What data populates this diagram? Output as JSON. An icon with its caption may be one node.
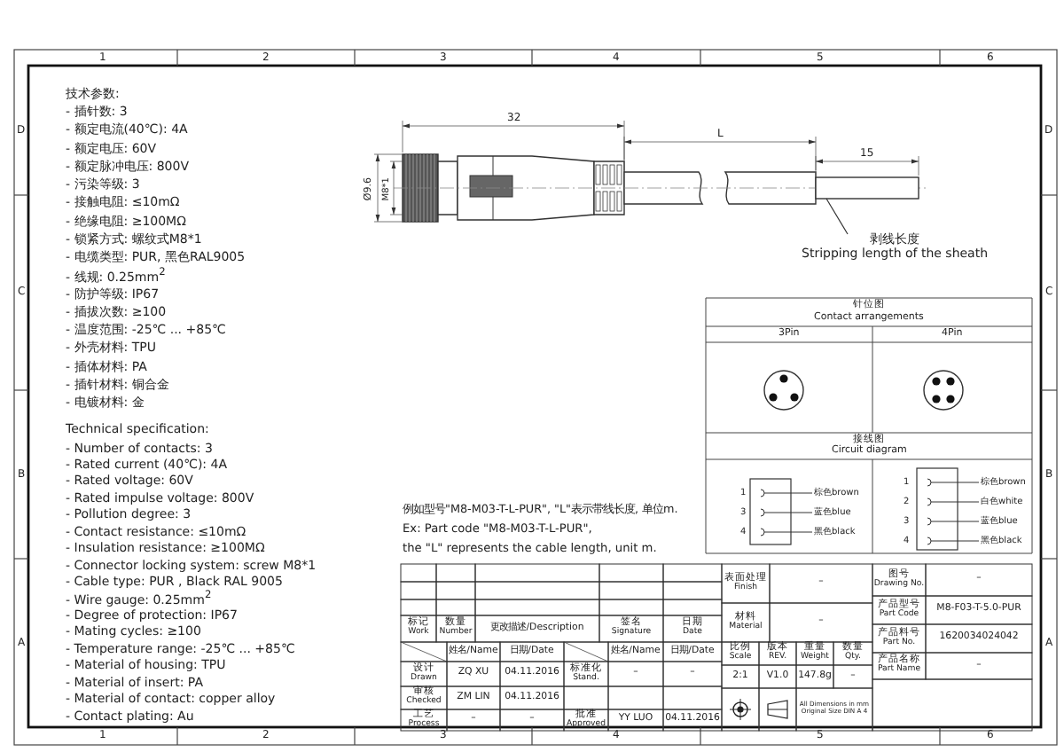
{
  "diagram": {
    "nodes": [
      {
        "text": [
          "剥线长度",
          "Stripping length of the sheath"
        ]
      },
      {
        "text": [],
        "shape": "box"
      }
    ],
    "edges": [
      {
        "from": 0,
        "to": 1,
        "arrow": "none"
      }
    ],
    "labels": [
      "1",
      "2",
      "3",
      "4",
      "5",
      "6",
      "D",
      "C",
      "B",
      "A",
      "D",
      "C",
      "B",
      "A",
      "技术参数:",
      "- 插针数: 3",
      "- 额定电流(40℃): 4A",
      "- 额定电压: 60V",
      "- 额定脉冲电压: 800V",
      "- 污染等级: 3",
      "- 接触电阻: ≤10mΩ",
      "- 绝缘电阻: ≥100MΩ",
      "- 锁紧方式: 螺纹式M8*1",
      "- 电缆类型: PUR, 黑色RAL9005",
      "- 线规: 0.25mm$^{2}$",
      "- 防护等级: IP67",
      "- 插拔次数: ≥100",
      "- 温度范围: -25℃ ... +85℃",
      "- 外壳材料: TPU",
      "- 插体材料: PA",
      "- 插针材料: 铜合金",
      "- 电镀材料: 金",
      "Technical specification:",
      "- Number of contacts: 3",
      "- Rated current (40℃): 4A",
      "- Rated voltage: 60V",
      "- Rated impulse voltage: 800V",
      "- Pollution degree: 3",
      "- Contact resistance: ≤10mΩ",
      "- Insulation resistance: ≥100MΩ",
      "- Connector locking system: screw M8*1",
      "- Cable type: PUR , Black RAL 9005",
      "- Wire gauge: 0.25mm$^{2}$",
      "- Degree of protection: IP67",
      "- Mating cycles: ≥100",
      "- Temperature range: -25℃ ... +85℃",
      "- Material of housing: TPU",
      "- Material of insert: PA",
      "- Material of contact: copper alloy",
      "- Contact plating: Au",
      "32",
      "L",
      "15",
      "Ø9.6",
      "M8*1",
      "针位图",
      "Contact arrangements",
      "3Pin",
      "4Pin",
      "接线图",
      "Circuit diagram",
      "1",
      "棕色brown",
      "3",
      "蓝色blue",
      "4",
      "黑色black",
      "1",
      "棕色brown",
      "2",
      "白色white",
      "3",
      "蓝色blue",
      "4",
      "黑色black",
      "例如型号\"M8-M03-T-L-PUR\", \"L\"表示带线长度, 单位m.",
      "Ex: Part code \"M8-M03-T-L-PUR\",",
      "the \"L\" represents the cable length, unit m.",
      "标记",
      "Work",
      "数量",
      "Number",
      "更改描述/Description",
      "签名",
      "Signature",
      "日期",
      "Date",
      "姓名/Name",
      "日期/Date",
      "姓名/Name",
      "日期/Date",
      "设计",
      "Drawn",
      "ZQ XU",
      "04.11.2016",
      "标准化",
      "Stand.",
      "–",
      "–",
      "审核",
      "Checked",
      "ZM LIN",
      "04.11.2016",
      "工艺",
      "Process",
      "–",
      "–",
      "批准",
      "Approved",
      "YY LUO",
      "04.11.2016",
      "表面处理",
      "Finish",
      "–",
      "材料",
      "Material",
      "–",
      "比例",
      "Scale",
      "版本",
      "REV.",
      "重量",
      "Weight",
      "数量",
      "Qty.",
      "2:1",
      "V1.0",
      "147.8g",
      "–",
      "All Dimensions in mm",
      "Original Size DIN A 4",
      "图号",
      "Drawing No.",
      "–",
      "产品型号",
      "Part Code",
      "M8-F03-T-5.0-PUR",
      "产品料号",
      "Part No.",
      "1620034024042",
      "产品名称",
      "Part Name",
      "–",
      "1",
      "2",
      "3",
      "4",
      "5",
      "6"
    ]
  }
}
